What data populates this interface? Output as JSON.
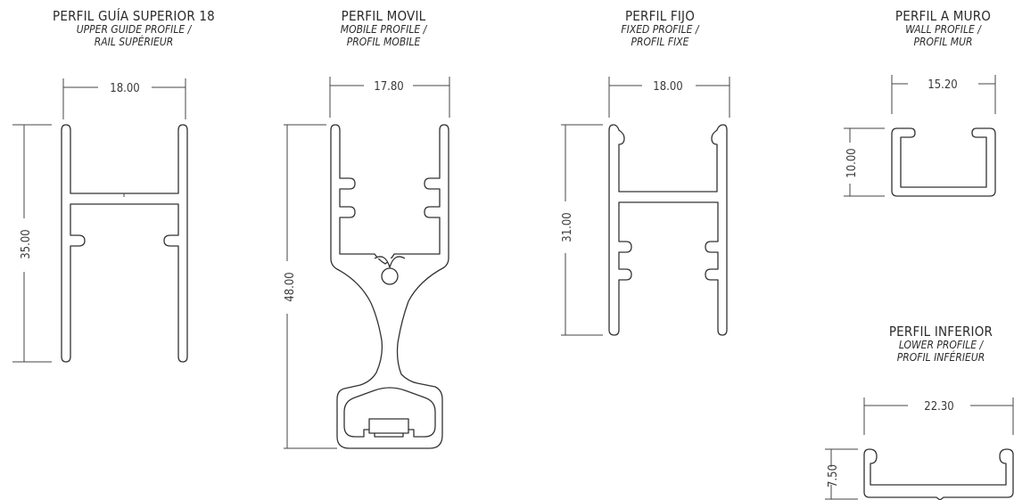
{
  "profiles": {
    "upper_guide": {
      "name": "PERFIL GUÍA SUPERIOR 18",
      "sub1": "UPPER  GUIDE PROFILE /",
      "sub2": "RAIL SUPÉRIEUR",
      "width": "18.00",
      "height": "35.00"
    },
    "mobile": {
      "name": "PERFIL MOVIL",
      "sub1": "MOBILE PROFILE /",
      "sub2": "PROFIL MOBILE",
      "width": "17.80",
      "height": "48.00"
    },
    "fixed": {
      "name": "PERFIL FIJO",
      "sub1": "FIXED PROFILE /",
      "sub2": "PROFIL FIXE",
      "width": "18.00",
      "height": "31.00"
    },
    "wall": {
      "name": "PERFIL A MURO",
      "sub1": "WALL PROFILE /",
      "sub2": "PROFIL MUR",
      "width": "15.20",
      "height": "10.00"
    },
    "lower": {
      "name": "PERFIL INFERIOR",
      "sub1": "LOWER PROFILE /",
      "sub2": "PROFIL INFÉRIEUR",
      "width": "22.30",
      "height": "7.50"
    }
  }
}
